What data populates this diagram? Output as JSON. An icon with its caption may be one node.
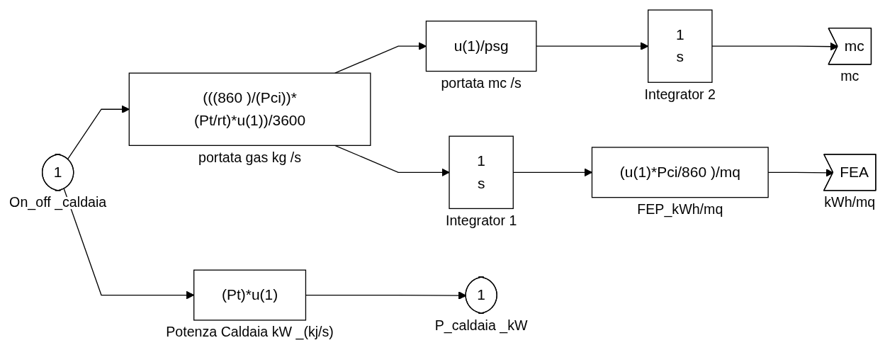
{
  "diagram": {
    "nodes": [
      {
        "text": [
          "1"
        ],
        "beside": [
          "On_off _caldaia"
        ]
      },
      {
        "text": [
          "(((860 )/(Pci))*(Pt/rt)*u(1))/3600"
        ],
        "beside": [
          "portata gas kg /s"
        ]
      },
      {
        "text": [
          "u(1)/psg"
        ],
        "beside": [
          "portata mc /s"
        ]
      },
      {
        "text": [
          "1",
          "s"
        ],
        "beside": [
          "Integrator 2"
        ]
      },
      {
        "text": [
          "mc"
        ],
        "beside": [
          "mc"
        ]
      },
      {
        "text": [
          "1",
          "s"
        ],
        "beside": [
          "Integrator 1"
        ]
      },
      {
        "text": [
          "(u(1)*Pci/860 )/mq"
        ],
        "beside": [
          "FEP_kWh/mq"
        ]
      },
      {
        "text": [
          "FEA"
        ],
        "beside": [
          "kWh/mq"
        ]
      },
      {
        "text": [
          "(Pt)*u(1)"
        ],
        "beside": [
          "Potenza Caldaia kW _(kj/s)"
        ]
      },
      {
        "text": [
          "1"
        ],
        "beside": [
          "P_caldaia _kW"
        ]
      }
    ],
    "edges": [
      {
        "from": 0,
        "to": 1,
        "arrow": "to"
      },
      {
        "from": 0,
        "to": 8,
        "arrow": "to"
      },
      {
        "from": 1,
        "to": 2,
        "arrow": "to"
      },
      {
        "from": 1,
        "to": 5,
        "arrow": "to"
      },
      {
        "from": 2,
        "to": 3,
        "arrow": "to"
      },
      {
        "from": 3,
        "to": 4,
        "arrow": "to"
      },
      {
        "from": 5,
        "to": 6,
        "arrow": "to"
      },
      {
        "from": 6,
        "to": 7,
        "arrow": "to"
      },
      {
        "from": 8,
        "to": 9,
        "arrow": "to"
      }
    ]
  }
}
